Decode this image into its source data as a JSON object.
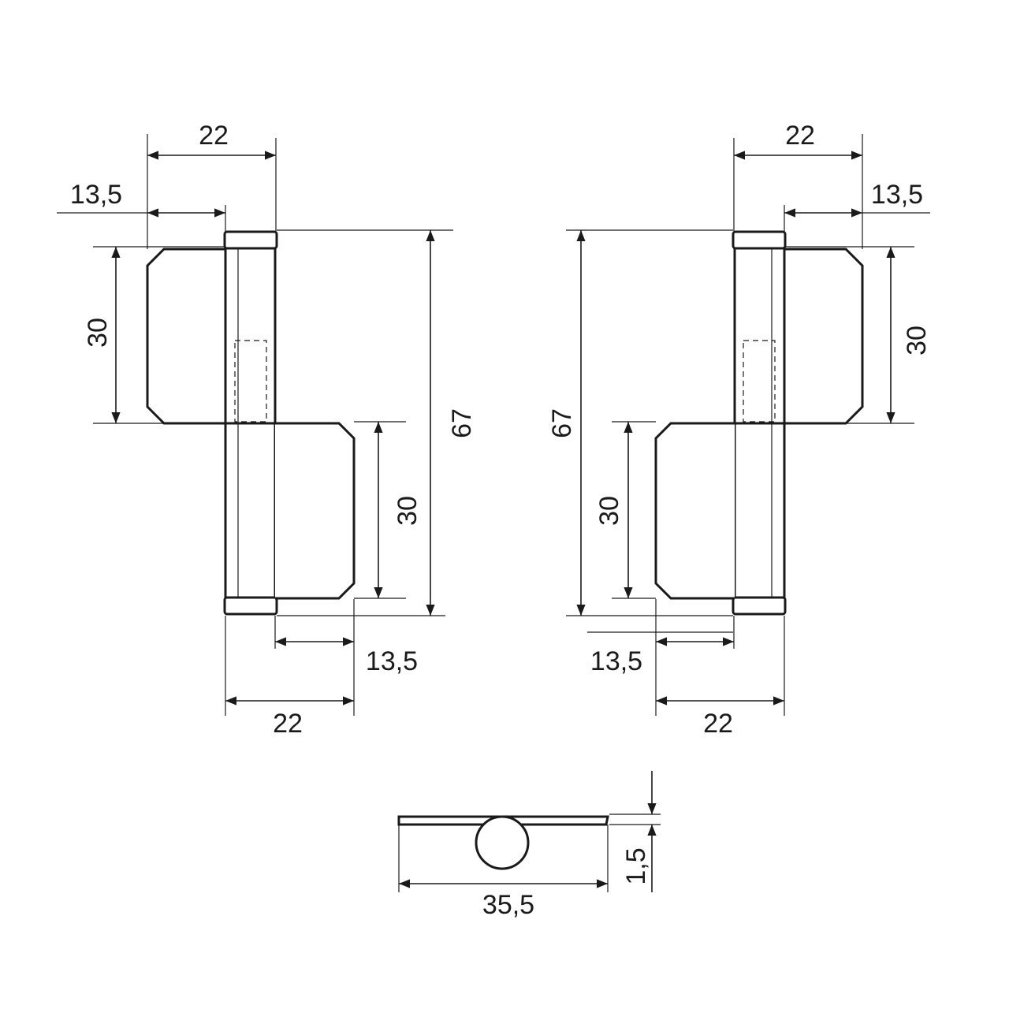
{
  "labels": {
    "left_top_width": "22",
    "left_top_leaf": "13,5",
    "left_upper_height": "30",
    "left_lower_height": "30",
    "left_total_height": "67",
    "left_bottom_leaf": "13,5",
    "left_bottom_width": "22",
    "right_top_width": "22",
    "right_top_leaf": "13,5",
    "right_upper_height": "30",
    "right_total_height": "67",
    "right_lower_height": "30",
    "right_bottom_leaf": "13,5",
    "right_bottom_width": "22",
    "section_width": "35,5",
    "section_thickness": "1,5"
  }
}
